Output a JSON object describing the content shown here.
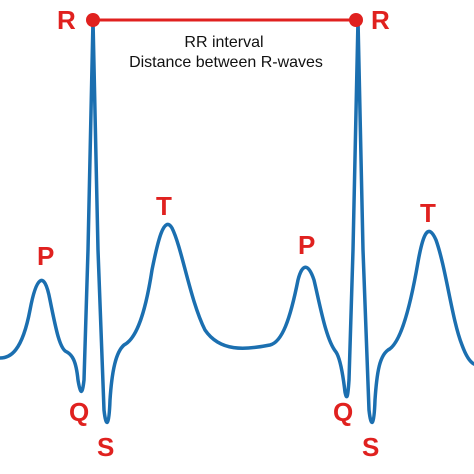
{
  "diagram": {
    "caption_line1": "RR interval",
    "caption_line2": "Distance between R-waves",
    "labels": {
      "r1": "R",
      "r2": "R",
      "p1": "P",
      "p2": "P",
      "q1": "Q",
      "q2": "Q",
      "s1": "S",
      "s2": "S",
      "t1": "T",
      "t2": "T"
    },
    "colors": {
      "trace": "#1b6fb0",
      "marker": "#e0211f",
      "label": "#e0211f",
      "caption": "#111111"
    }
  }
}
